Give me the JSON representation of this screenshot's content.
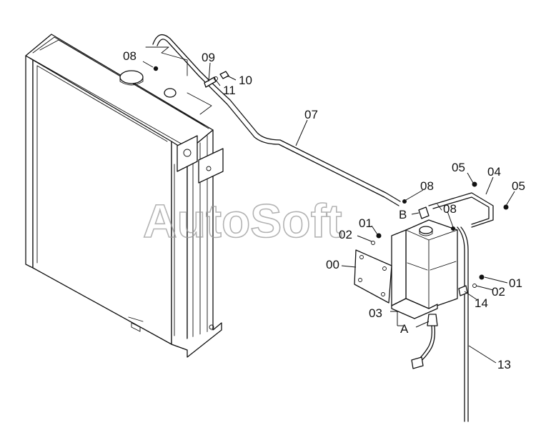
{
  "labels": {
    "p00": "00",
    "p01a": "01",
    "p01b": "01",
    "p02a": "02",
    "p02b": "02",
    "p03": "03",
    "p04": "04",
    "p05a": "05",
    "p05b": "05",
    "p07": "07",
    "p08a": "08",
    "p08b": "08",
    "p08c": "08",
    "p09": "09",
    "p10": "10",
    "p11": "11",
    "p13": "13",
    "p14": "14",
    "viewA": "A",
    "viewB": "B"
  },
  "watermark": "AutoSoft",
  "colors": {
    "line": "#111111",
    "watermark": "#9a9a9a",
    "background": "#ffffff"
  }
}
